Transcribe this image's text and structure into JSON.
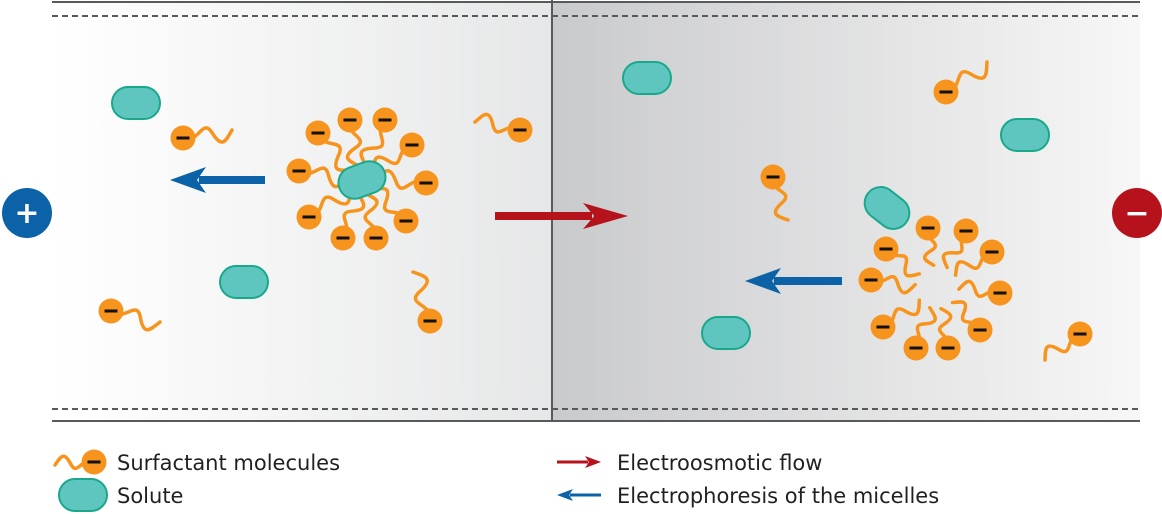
{
  "colors": {
    "surfactant": "#f7941d",
    "solute_fill": "#5fc6bf",
    "solute_stroke": "#1aa88c",
    "anode": "#0b62a7",
    "cathode": "#b5121b",
    "electroosmotic": "#b5121b",
    "electrophoresis": "#0b62a7"
  },
  "electrodes": {
    "anode_symbol": "+",
    "cathode_symbol": "−"
  },
  "legend": {
    "surfactant": "Surfactant molecules",
    "solute": "Solute",
    "electroosmotic": "Electroosmotic flow",
    "electrophoresis": "Electrophoresis of the micelles"
  }
}
